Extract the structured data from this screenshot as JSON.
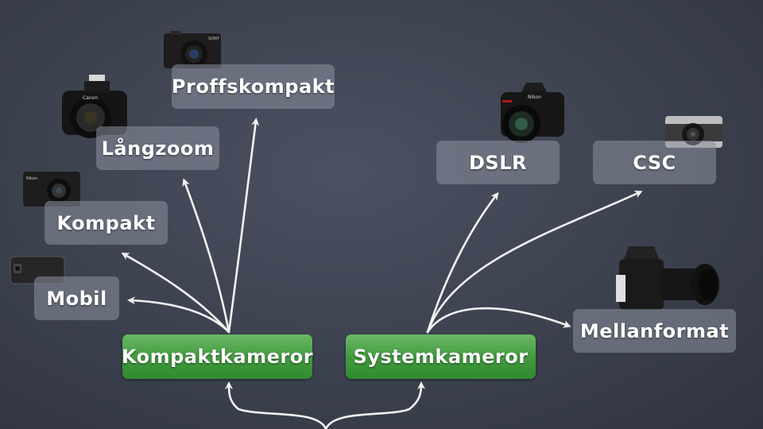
{
  "diagram": {
    "roots": [
      {
        "label": "Kompaktkameror",
        "color": "#4a9f45"
      },
      {
        "label": "Systemkameror",
        "color": "#4a9f45"
      }
    ],
    "compact_children": [
      {
        "label": "Mobil",
        "icon": "smartphone-icon"
      },
      {
        "label": "Kompakt",
        "icon": "compact-camera-icon"
      },
      {
        "label": "Långzoom",
        "icon": "bridge-camera-icon"
      },
      {
        "label": "Proffskompakt",
        "icon": "premium-compact-camera-icon"
      }
    ],
    "system_children": [
      {
        "label": "DSLR",
        "icon": "dslr-camera-icon"
      },
      {
        "label": "CSC",
        "icon": "mirrorless-camera-icon"
      },
      {
        "label": "Mellanformat",
        "icon": "medium-format-camera-icon"
      }
    ],
    "colors": {
      "background": "#3e4351",
      "leaf_box": "#7f8594",
      "chalk": "#ffffff"
    }
  }
}
